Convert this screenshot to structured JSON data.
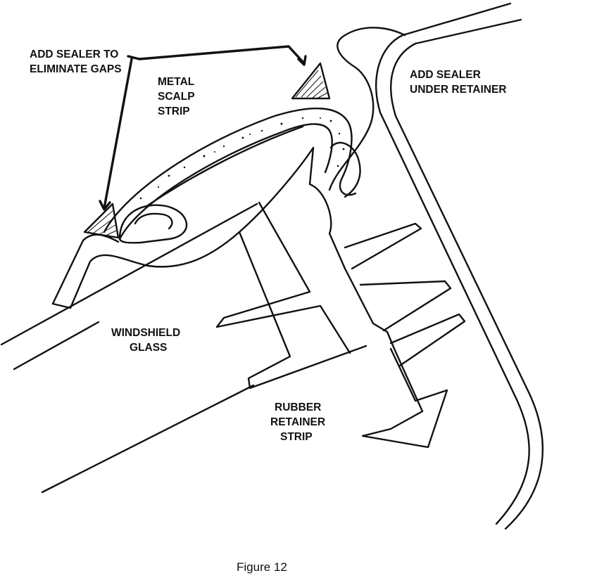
{
  "labels": {
    "add_sealer_gaps_line1": "ADD SEALER TO",
    "add_sealer_gaps_line2": "ELIMINATE GAPS",
    "metal_line1": "METAL",
    "metal_line2": "SCALP",
    "metal_line3": "STRIP",
    "sealer_retainer_line1": "ADD SEALER",
    "sealer_retainer_line2": "UNDER RETAINER",
    "windshield_line1": "WINDSHIELD",
    "windshield_line2": "GLASS",
    "rubber_line1": "RUBBER",
    "rubber_line2": "RETAINER",
    "rubber_line3": "STRIP"
  },
  "caption": "Figure 12",
  "colors": {
    "ink": "#111111",
    "background": "#ffffff"
  }
}
